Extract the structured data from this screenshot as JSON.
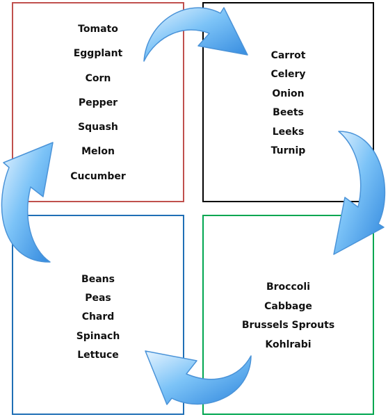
{
  "quadrants": {
    "top_left": {
      "items": [
        "Tomato",
        "Eggplant",
        "Corn",
        "Pepper",
        "Squash",
        "Melon",
        "Cucumber"
      ],
      "border_color": "#c0504d"
    },
    "top_right": {
      "items": [
        "Carrot",
        "Celery",
        "Onion",
        "Beets",
        "Leeks",
        "Turnip"
      ],
      "border_color": "#000000"
    },
    "bottom_left": {
      "items": [
        "Beans",
        "Peas",
        "Chard",
        "Spinach",
        "Lettuce"
      ],
      "border_color": "#1f6fb5"
    },
    "bottom_right": {
      "items": [
        "Broccoli",
        "Cabbage",
        "Brussels Sprouts",
        "Kohlrabi"
      ],
      "border_color": "#00a650"
    }
  },
  "arrow_color": "#4da6f0",
  "arrow_icon": "curved-arrow-icon"
}
